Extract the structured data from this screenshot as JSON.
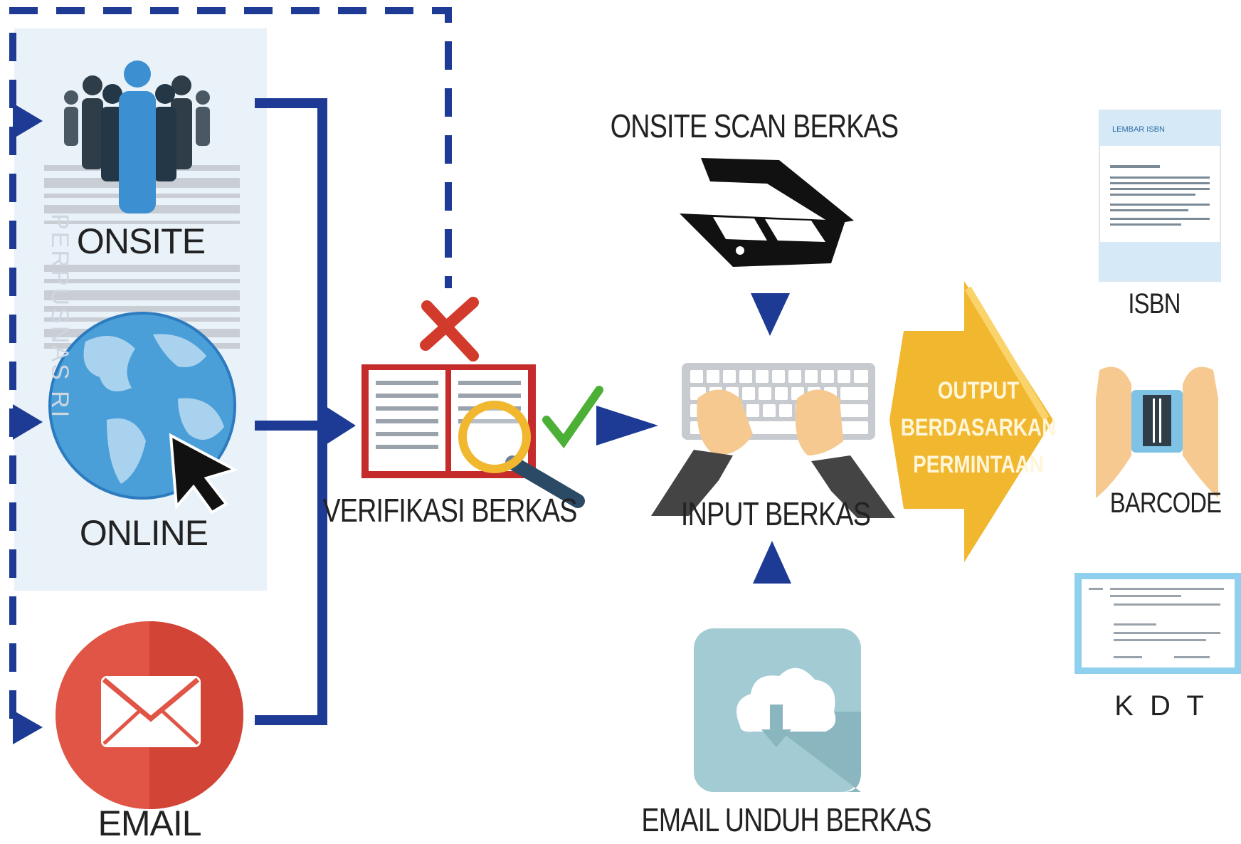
{
  "nodes": {
    "onsite": "ONSITE",
    "online": "ONLINE",
    "email": "EMAIL",
    "verifikasi": "VERIFIKASI BERKAS",
    "onsite_scan": "ONSITE SCAN BERKAS",
    "input": "INPUT BERKAS",
    "email_unduh": "EMAIL UNDUH BERKAS"
  },
  "output_arrow": {
    "line1": "OUTPUT",
    "line2": "BERDASARKAN",
    "line3": "PERMINTAAN"
  },
  "outputs": {
    "isbn": "ISBN",
    "barcode": "BARCODE",
    "kdt": "K D T"
  },
  "watermark": "PERPUSNAS RI",
  "isbn_doc": {
    "heading": "LEMBAR ISBN"
  },
  "colors": {
    "flow_blue": "#1d3a94",
    "reject_red": "#d23b2c",
    "approve_green": "#4caf36",
    "output_gold": "#f0b72f",
    "email_red": "#e05545",
    "globe_blue": "#4a9fd8"
  }
}
